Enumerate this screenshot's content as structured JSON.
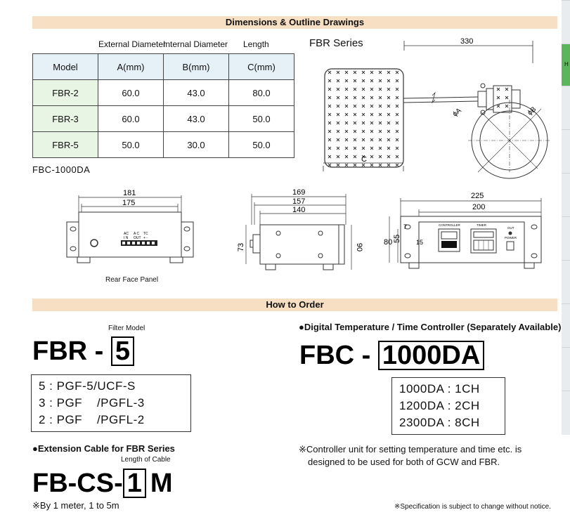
{
  "section_dimensions": {
    "title": "Dimensions & Outline Drawings"
  },
  "table": {
    "col_headers_top": [
      "External Diameter",
      "Internal Diameter",
      "Length"
    ],
    "header": [
      "Model",
      "A(mm)",
      "B(mm)",
      "C(mm)"
    ],
    "rows": [
      [
        "FBR-2",
        "60.0",
        "43.0",
        "80.0"
      ],
      [
        "FBR-3",
        "60.0",
        "43.0",
        "50.0"
      ],
      [
        "FBR-5",
        "50.0",
        "30.0",
        "50.0"
      ]
    ]
  },
  "fbr_drawing": {
    "title": "FBR Series",
    "dim_length": "330",
    "dim_c": "C",
    "phi_a": "ϕA",
    "phi_b": "ϕB"
  },
  "fbc_title": "FBC-1000DA",
  "rear_panel": {
    "dim_outer": "181",
    "dim_inner": "175",
    "caption": "Rear Face Panel",
    "terminals": [
      "AC",
      "A C",
      "TC",
      "I N",
      "OUT",
      "+ -"
    ]
  },
  "side_view": {
    "dim_1": "169",
    "dim_2": "157",
    "dim_3": "140",
    "height_left": "73",
    "height_right": "90"
  },
  "front_view": {
    "dim_1": "225",
    "dim_2": "200",
    "height_1": "80",
    "height_2": "55",
    "dim_small_1": "7",
    "dim_small_2": "15",
    "labels": [
      "CONTROLLER",
      "TIMER",
      "OUT",
      "POWER"
    ]
  },
  "section_order": {
    "title": "How to Order"
  },
  "fbr_order": {
    "filter_model_label": "Filter Model",
    "prefix": "FBR -",
    "boxed": "5",
    "options": [
      "5 : PGF-5/UCF-S",
      "3 : PGF    /PGFL-3",
      "2 : PGF    /PGFL-2"
    ]
  },
  "cable": {
    "heading": "●Extension Cable for FBR Series",
    "length_label": "Length of Cable",
    "prefix": "FB-CS-",
    "boxed": "1",
    "suffix": "M",
    "note": "※By 1 meter, 1 to 5m"
  },
  "controller": {
    "heading": "●Digital Temperature / Time Controller (Separately Available)",
    "prefix": "FBC -",
    "boxed": "1000DA",
    "options": [
      "1000DA : 1CH",
      "1200DA : 2CH",
      "2300DA : 8CH"
    ],
    "note_line1": "※Controller unit for setting temperature and time etc. is",
    "note_line2": "designed to be used for both of GCW and FBR."
  },
  "footer_note": "※Specification is subject to change without notice.",
  "side_tab_letter": "H"
}
